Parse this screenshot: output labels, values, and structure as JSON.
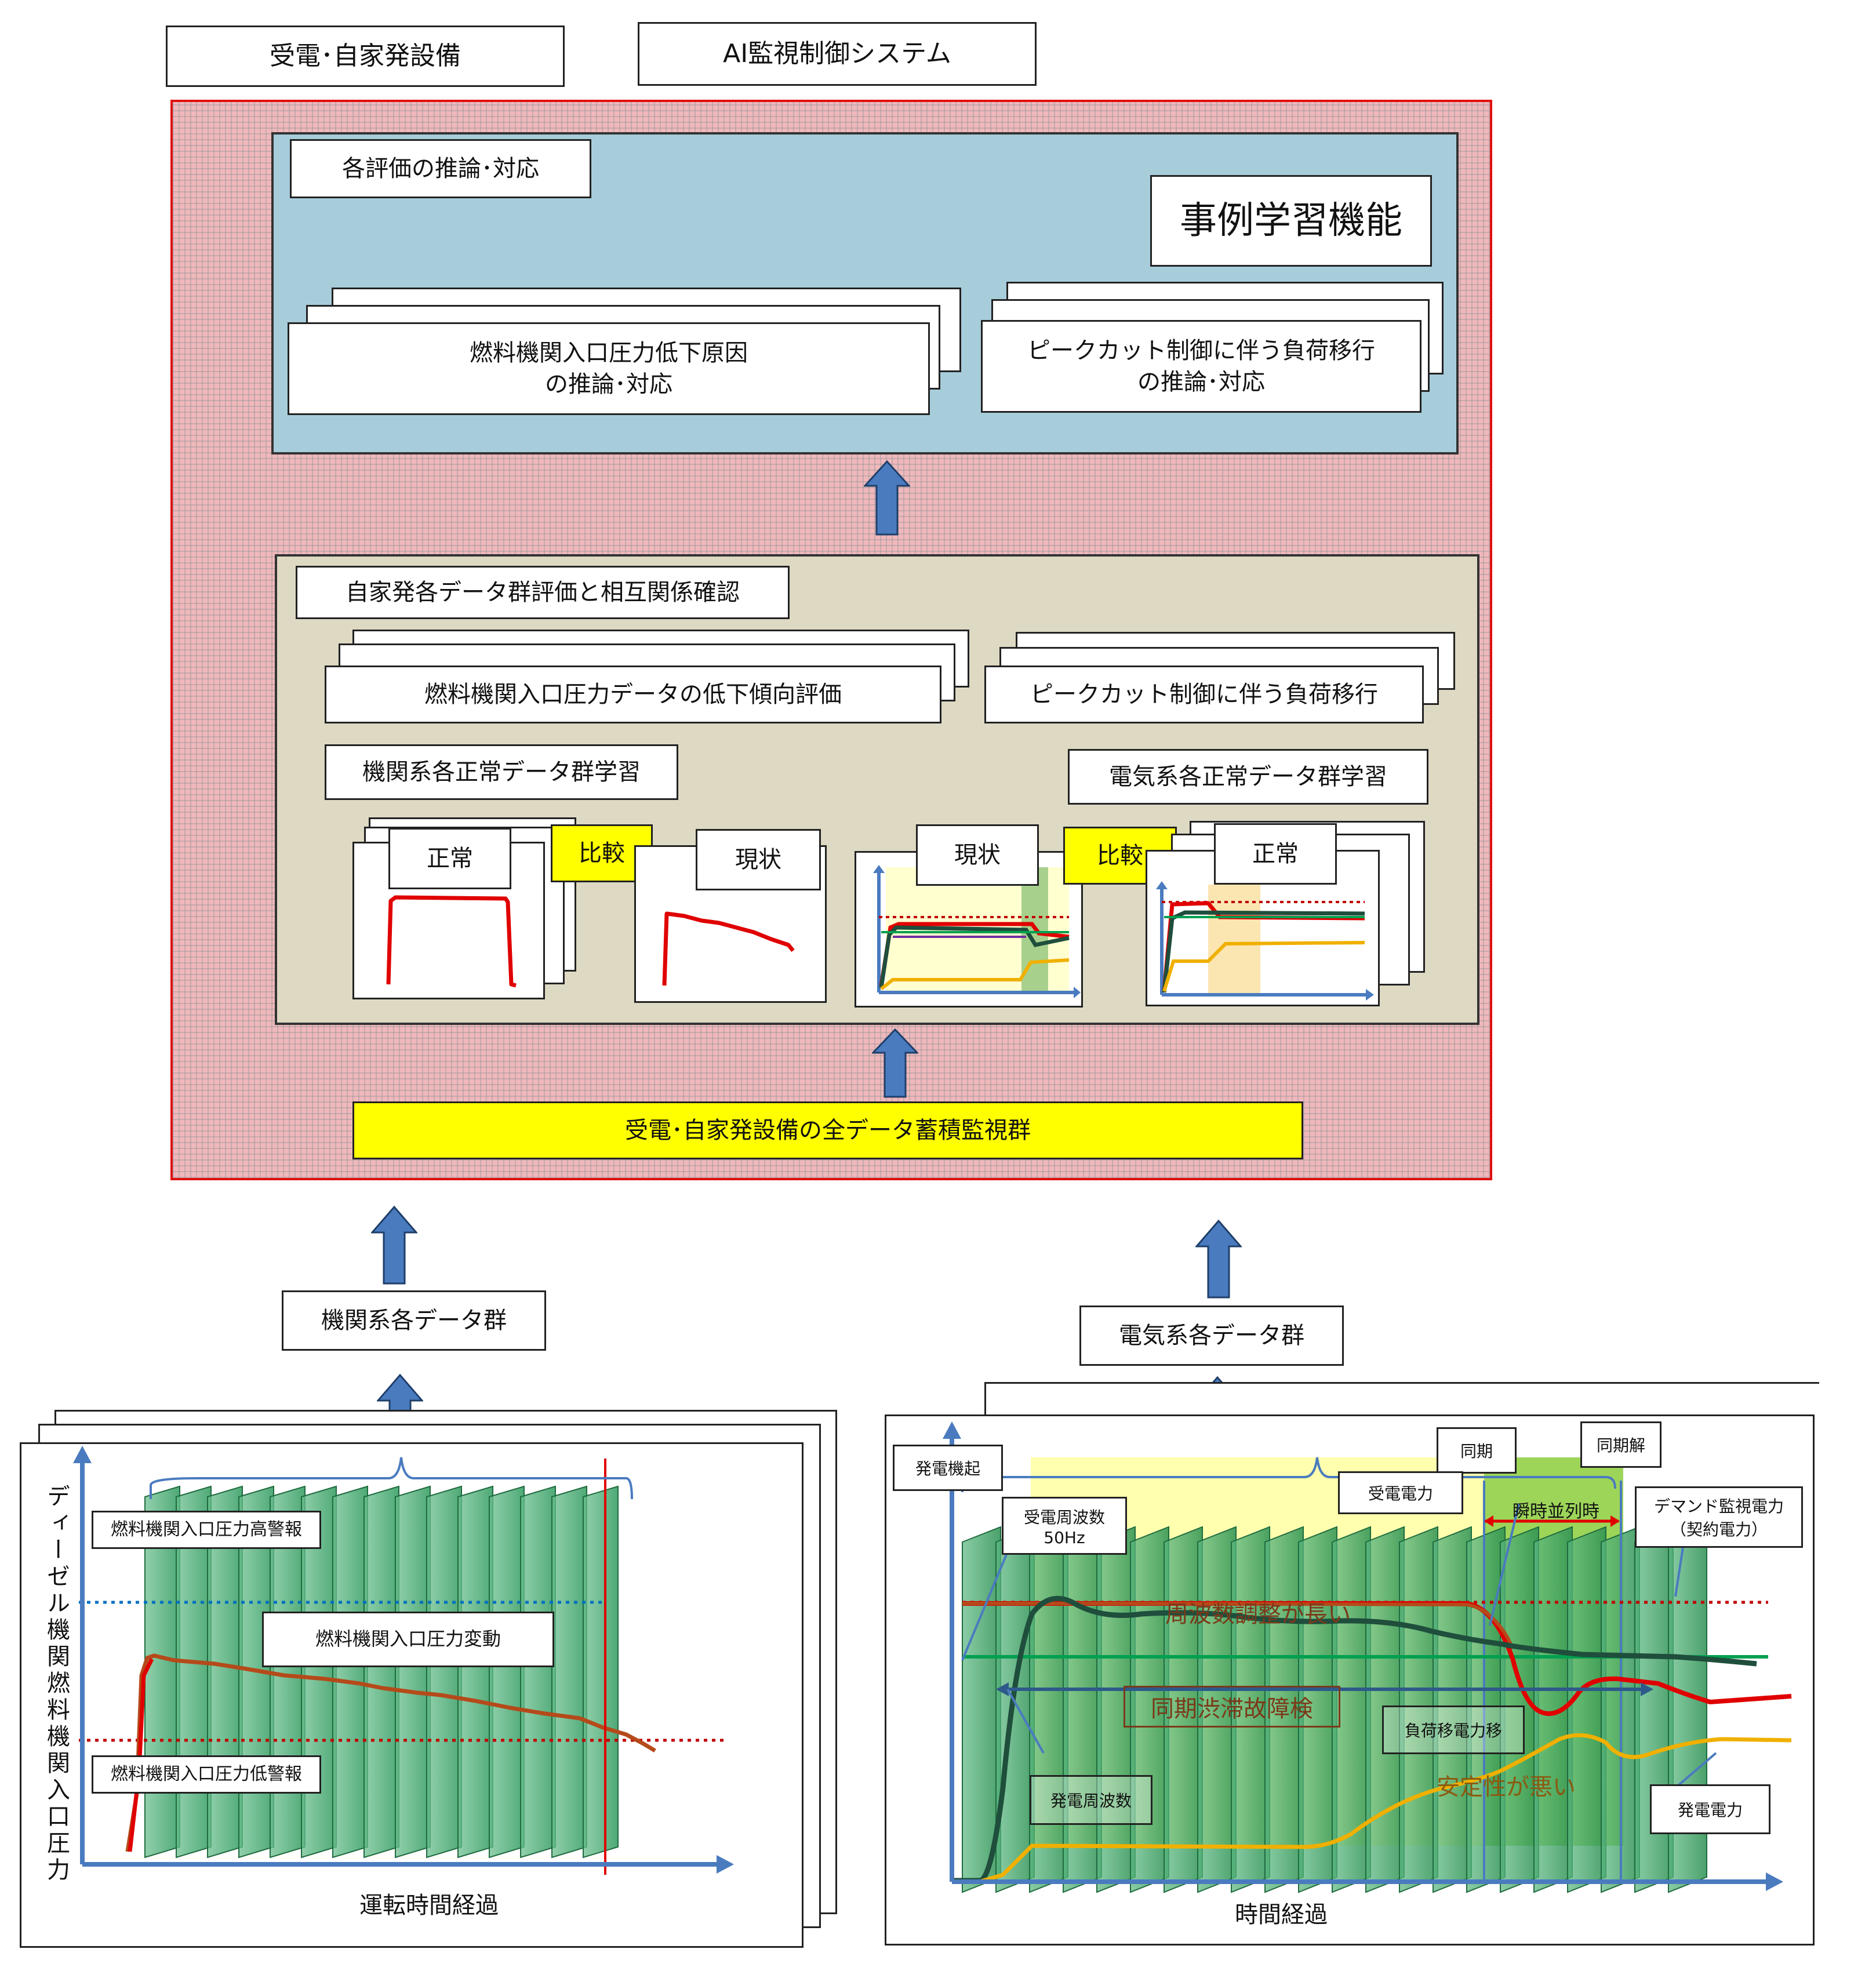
{
  "titles": {
    "equipment": "受電･自家発設備",
    "system": "AI監視制御システム"
  },
  "inference": {
    "panel_label": "各評価の推論･対応",
    "learning": "事例学習機能",
    "fuel_cause": "燃料機関入口圧力低下原因\nの推論･対応",
    "peakcut": "ピークカット制御に伴う負荷移行\nの推論･対応"
  },
  "evaluation": {
    "panel_label": "自家発各データ群評価と相互関係確認",
    "fuel_trend": "燃料機関入口圧力データの低下傾向評価",
    "peakcut_shift": "ピークカット制御に伴う負荷移行",
    "engine_learning": "機関系各正常データ群学習",
    "electric_learning": "電気系各正常データ群学習",
    "normal": "正常",
    "compare": "比較",
    "current": "現状"
  },
  "all_data": "受電･自家発設備の全データ蓄積監視群",
  "engine_data": "機関系各データ群",
  "electric_data": "電気系各データ群",
  "engine_chart": {
    "ylabel": "ディーゼル機関燃料機関入口圧力",
    "xlabel": "運転時間経過",
    "high_alarm": "燃料機関入口圧力高警報",
    "low_alarm": "燃料機関入口圧力低警報",
    "fluctuation": "燃料機関入口圧力変動"
  },
  "electric_chart": {
    "xlabel": "時間経過",
    "gen_start": "発電機起",
    "sync": "同期",
    "sync_release": "同期解",
    "recv_freq": "受電周波数\n50Hz",
    "recv_power": "受電電力",
    "parallel": "瞬時並列時",
    "demand": "デマンド監視電力\n（契約電力）",
    "freq_adjust": "周波数調整が長い",
    "sync_fault": "同期渋滞故障検",
    "load_shift": "負荷移電力移",
    "stability": "安定性が悪い",
    "gen_freq": "発電周波数",
    "gen_power": "発電電力"
  },
  "colors": {
    "outer_border": "#e01010",
    "blue_panel": "#a7cddb",
    "gray_panel": "#ddd9c3",
    "highlight": "#ffff00",
    "arrow": "#4a7bbf",
    "green_sheet": "#3fa86a"
  }
}
